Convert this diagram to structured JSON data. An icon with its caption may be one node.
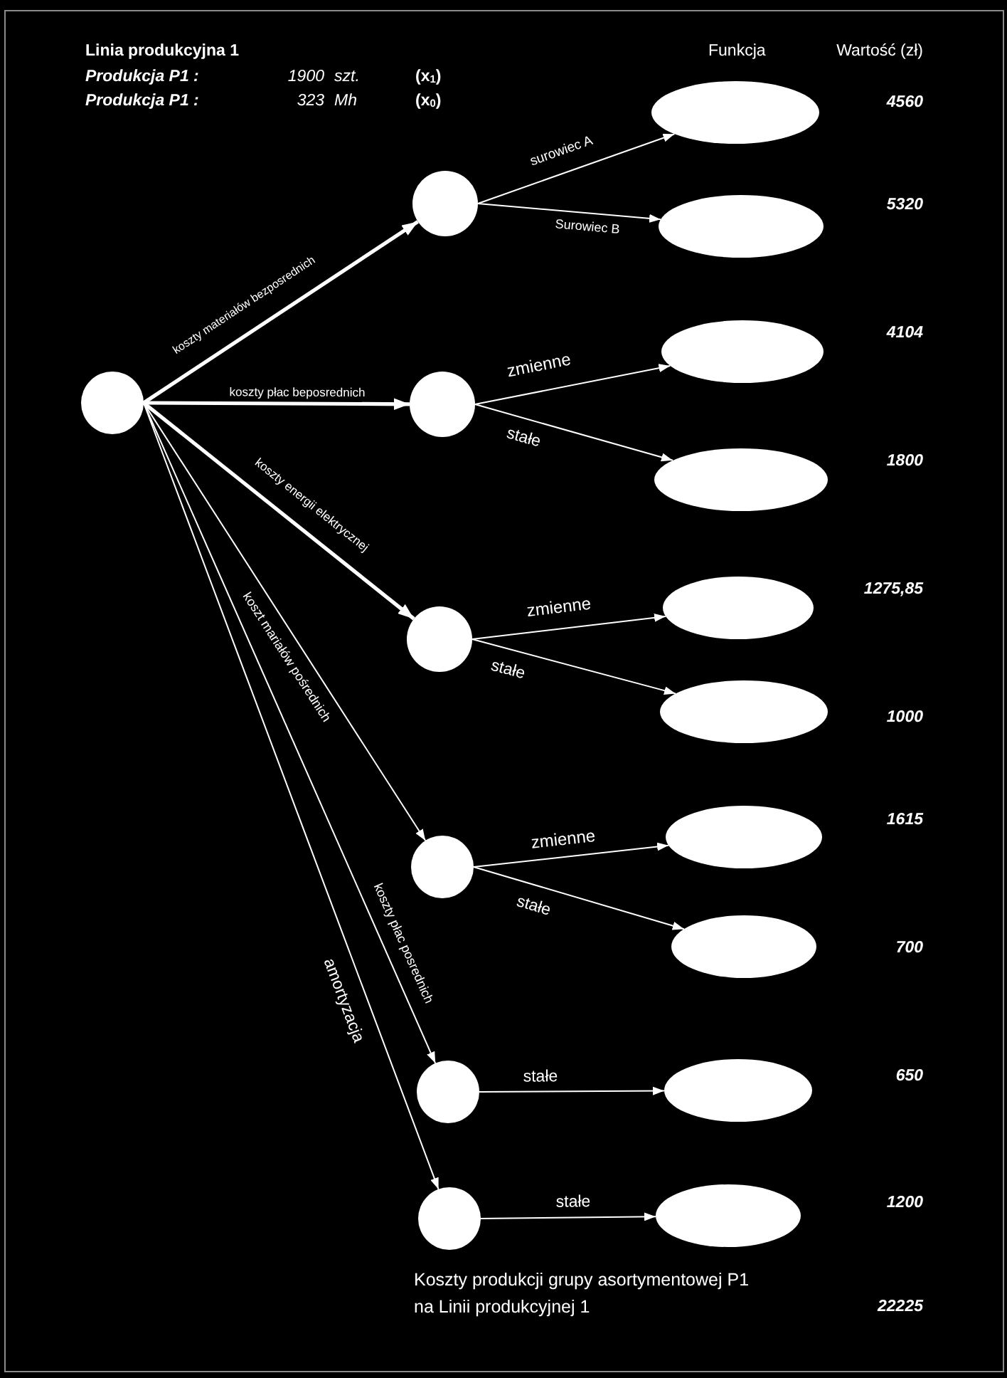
{
  "diagram": {
    "nodes": [
      {
        "text": [],
        "shape": "circle"
      },
      {
        "text": [],
        "shape": "circle"
      },
      {
        "text": [],
        "shape": "circle"
      },
      {
        "text": [],
        "shape": "circle"
      },
      {
        "text": [],
        "shape": "circle"
      },
      {
        "text": [],
        "shape": "circle"
      },
      {
        "text": [],
        "shape": "circle"
      },
      {
        "text": [],
        "shape": "ellipse"
      },
      {
        "text": [],
        "shape": "ellipse"
      },
      {
        "text": [],
        "shape": "ellipse"
      },
      {
        "text": [],
        "shape": "ellipse"
      },
      {
        "text": [],
        "shape": "ellipse"
      },
      {
        "text": [],
        "shape": "ellipse"
      },
      {
        "text": [],
        "shape": "ellipse"
      },
      {
        "text": [],
        "shape": "ellipse"
      },
      {
        "text": [],
        "shape": "ellipse"
      },
      {
        "text": [],
        "shape": "ellipse"
      }
    ],
    "edges": [
      {
        "from": 0,
        "to": 1,
        "arrow": "to",
        "label": "koszty materiałów bezposrednich",
        "style": "thick"
      },
      {
        "from": 0,
        "to": 2,
        "arrow": "to",
        "label": "koszty płac beposrednich",
        "style": "thick"
      },
      {
        "from": 0,
        "to": 3,
        "arrow": "to",
        "label": "koszty energii elektrycznej",
        "style": "thick"
      },
      {
        "from": 0,
        "to": 4,
        "arrow": "to",
        "label": "koszt mariałów pośrednich"
      },
      {
        "from": 0,
        "to": 5,
        "arrow": "to",
        "label": "koszty płac posrednich"
      },
      {
        "from": 0,
        "to": 6,
        "arrow": "to",
        "label": "amortyzacja"
      },
      {
        "from": 1,
        "to": 7,
        "arrow": "to",
        "label": "surowiec A"
      },
      {
        "from": 1,
        "to": 8,
        "arrow": "to",
        "label": "Surowiec B"
      },
      {
        "from": 2,
        "to": 9,
        "arrow": "to",
        "label": "zmienne"
      },
      {
        "from": 2,
        "to": 10,
        "arrow": "to",
        "label": "stałe"
      },
      {
        "from": 3,
        "to": 11,
        "arrow": "to",
        "label": "zmienne"
      },
      {
        "from": 3,
        "to": 12,
        "arrow": "to",
        "label": "stałe"
      },
      {
        "from": 4,
        "to": 13,
        "arrow": "to",
        "label": "zmienne"
      },
      {
        "from": 4,
        "to": 14,
        "arrow": "to",
        "label": "stałe"
      },
      {
        "from": 5,
        "to": 15,
        "arrow": "to",
        "label": "stałe"
      },
      {
        "from": 6,
        "to": 16,
        "arrow": "to",
        "label": "stałe"
      }
    ],
    "labels": [
      "Linia produkcyjna 1",
      "Funkcja",
      "Wartość (zł)",
      "Produkcja P1 :",
      "1900",
      "szt.",
      "(x$_{1}$)",
      "Produkcja P1 :",
      "323",
      "Mh",
      "(x$_{0}$)",
      "4560",
      "5320",
      "4104",
      "1800",
      "1275,85",
      "1000",
      "1615",
      "700",
      "650",
      "1200",
      "Koszty produkcji grupy asortymentowej P1 na Linii produkcyjnej 1",
      "22225"
    ]
  }
}
